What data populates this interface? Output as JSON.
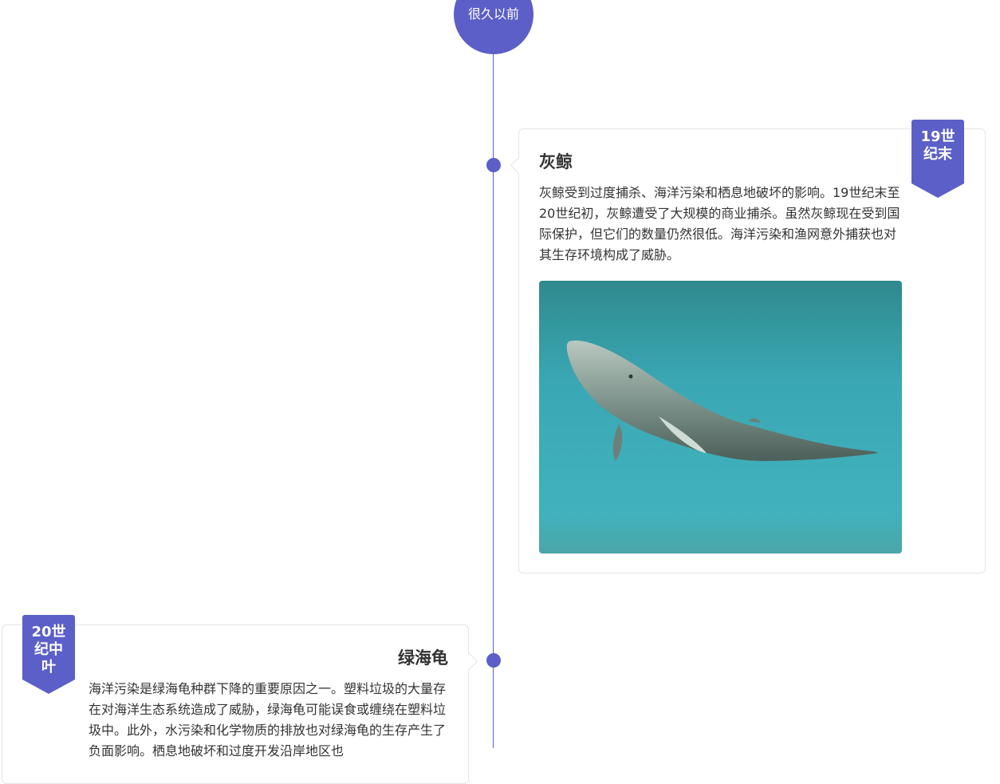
{
  "timeline": {
    "start_label": "很久以前"
  },
  "events": [
    {
      "period": "19世纪末",
      "period_lines": [
        "19世",
        "纪末"
      ],
      "title": "灰鲸",
      "description": "灰鲸受到过度捕杀、海洋污染和栖息地破坏的影响。19世纪末至20世纪初，灰鲸遭受了大规模的商业捕杀。虽然灰鲸现在受到国际保护，但它们的数量仍然很低。海洋污染和渔网意外捕获也对其生存环境构成了威胁。",
      "image": "gray-whale-photo"
    },
    {
      "period": "20世纪中叶",
      "period_lines": [
        "20世",
        "纪中",
        "叶"
      ],
      "title": "绿海龟",
      "description": "海洋污染是绿海龟种群下降的重要原因之一。塑料垃圾的大量存在对海洋生态系统造成了威胁，绿海龟可能误食或缠绕在塑料垃圾中。此外，水污染和化学物质的排放也对绿海龟的生存产生了负面影响。栖息地破坏和过度开发沿岸地区也"
    }
  ],
  "colors": {
    "accent": "#5b5fc7",
    "border": "#e4e4e4",
    "text": "#333333"
  }
}
